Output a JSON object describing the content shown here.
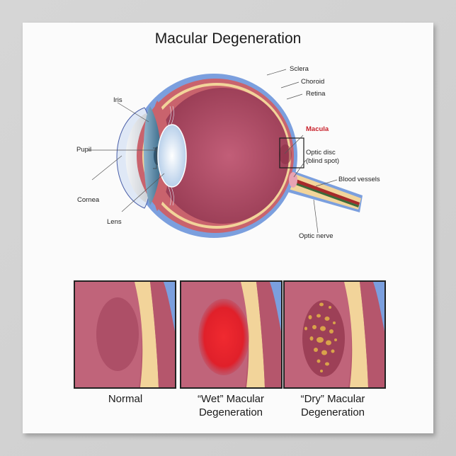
{
  "title": "Macular Degeneration",
  "eye_diagram": {
    "labels_right": {
      "sclera": "Sclera",
      "choroid": "Choroid",
      "retina": "Retina",
      "macula": "Macula",
      "optic_disc_line1": "Optic disc",
      "optic_disc_line2": "(blind spot)",
      "blood_vessels": "Blood vessels",
      "optic_nerve": "Optic nerve"
    },
    "labels_left": {
      "iris": "Iris",
      "pupil": "Pupil",
      "cornea": "Cornea",
      "lens": "Lens"
    },
    "colors": {
      "sclera": "#7b9fde",
      "choroid": "#c9636d",
      "retina": "#f2d49a",
      "vitreous": "#a8465e",
      "macula_label": "#c8202a",
      "lens": "#dbe8f5",
      "iris": "#5e8fb0",
      "optic_disc": "#e7a3b3"
    }
  },
  "panels": [
    {
      "id": "normal",
      "caption_line1": "Normal",
      "caption_line2": ""
    },
    {
      "id": "wet",
      "caption_line1": "“Wet” Macular",
      "caption_line2": "Degeneration",
      "lesion_color": "#e0202a"
    },
    {
      "id": "dry",
      "caption_line1": "“Dry” Macular",
      "caption_line2": "Degeneration",
      "deposit_color": "#d9a24a"
    }
  ]
}
